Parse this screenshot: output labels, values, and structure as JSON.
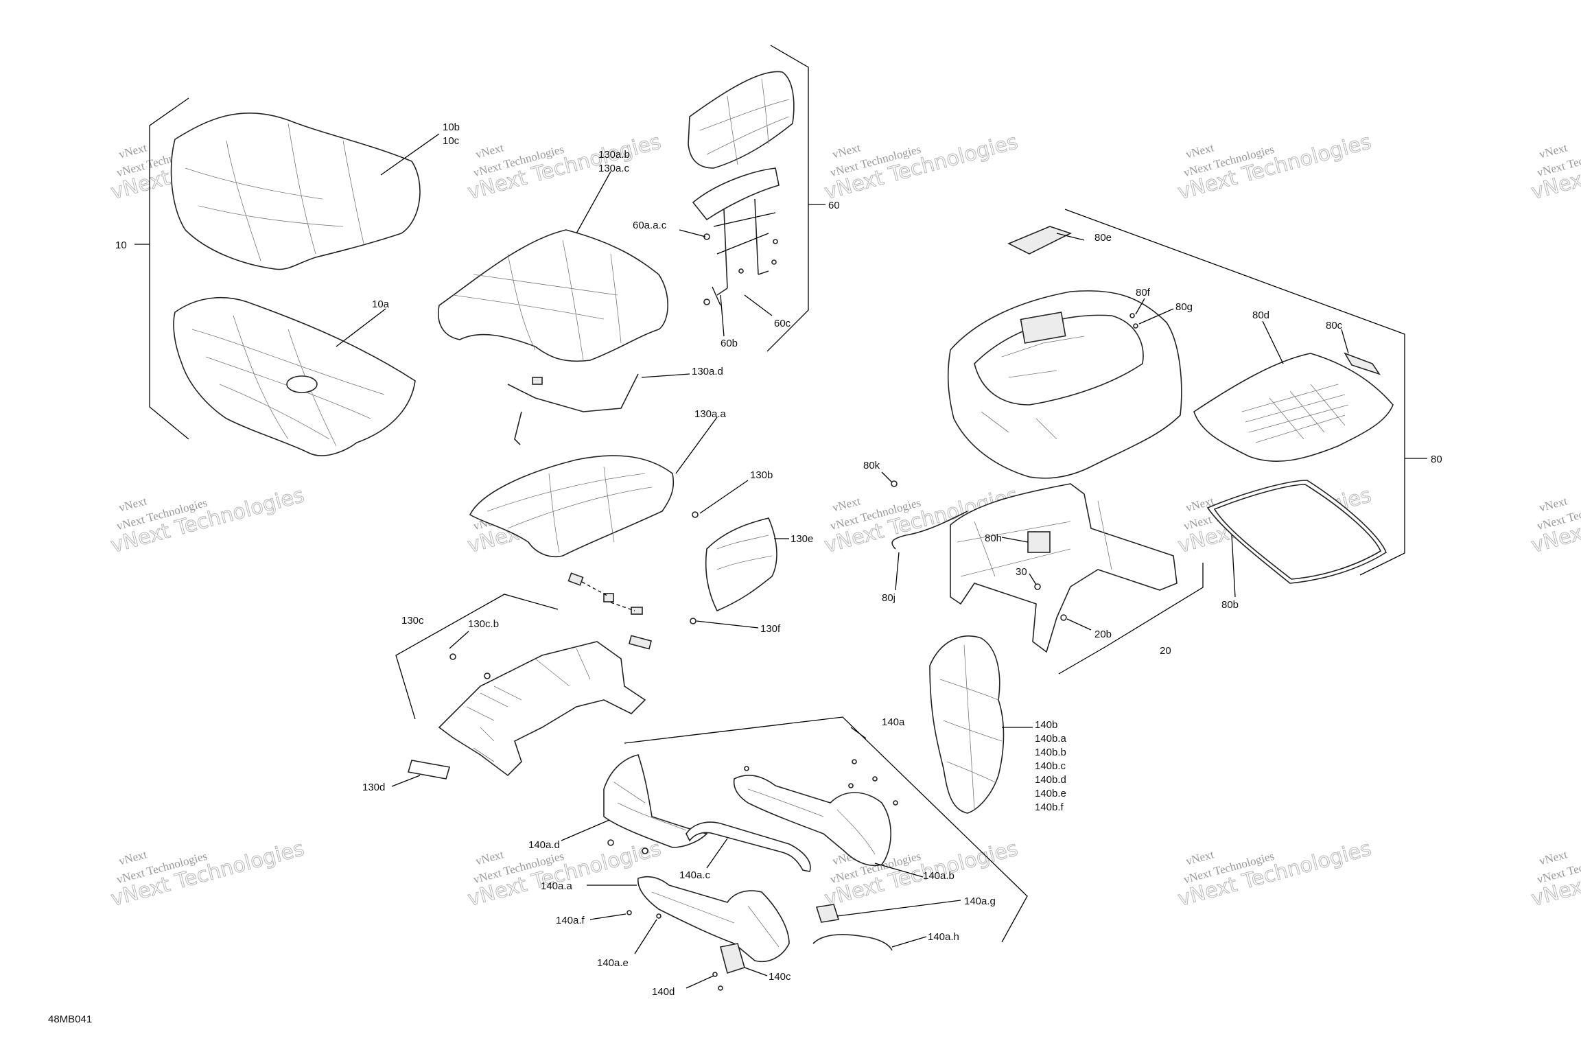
{
  "drawing_id": "48MB041",
  "watermark": {
    "line1": "vNext Technologies",
    "line2": "vNext Technologies",
    "line3": "vNext"
  },
  "callouts": {
    "c10": "10",
    "c10a": "10a",
    "c10b": "10b",
    "c10c": "10c",
    "c130ab": "130a.b",
    "c130ac": "130a.c",
    "c130ad": "130a.d",
    "c130aa": "130a.a",
    "c130b": "130b",
    "c130e": "130e",
    "c130f": "130f",
    "c130c": "130c",
    "c130cb": "130c.b",
    "c130d": "130d",
    "c60": "60",
    "c60aac": "60a.a.c",
    "c60b": "60b",
    "c60c": "60c",
    "c80": "80",
    "c80e": "80e",
    "c80f": "80f",
    "c80g": "80g",
    "c80d": "80d",
    "c80c": "80c",
    "c80k": "80k",
    "c80h": "80h",
    "c80j": "80j",
    "c80b": "80b",
    "c30": "30",
    "c20b": "20b",
    "c20": "20",
    "c140a": "140a",
    "c140b": "140b",
    "c140ba": "140b.a",
    "c140bb": "140b.b",
    "c140bc": "140b.c",
    "c140bd": "140b.d",
    "c140be": "140b.e",
    "c140bf": "140b.f",
    "c140ad": "140a.d",
    "c140ac": "140a.c",
    "c140ab": "140a.b",
    "c140aa": "140a.a",
    "c140af": "140a.f",
    "c140ag": "140a.g",
    "c140ae": "140a.e",
    "c140ah": "140a.h",
    "c140c": "140c",
    "c140d": "140d"
  }
}
